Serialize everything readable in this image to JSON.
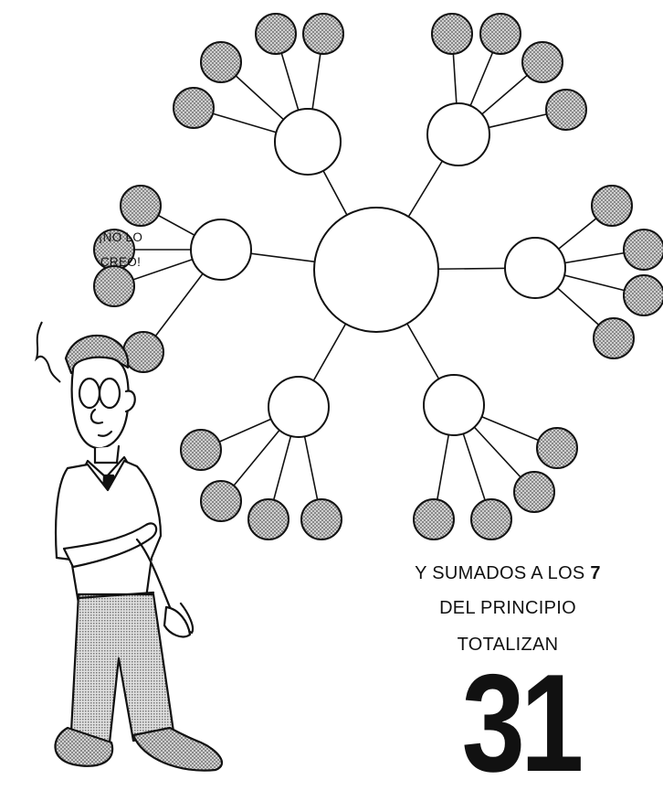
{
  "speech": {
    "line1": "¡NO LO",
    "line2": "CREO!"
  },
  "caption": {
    "line1_prefix": "Y SUMADOS A LOS ",
    "line1_number": "7",
    "line2": "DEL PRINCIPIO",
    "line3": "TOTALIZAN",
    "total": "31"
  },
  "diagram": {
    "center_count": 1,
    "branch_count": 6,
    "leaf_count": 24,
    "colors": {
      "stroke": "#111111",
      "center_fill": "#ffffff",
      "leaf_fill": "#b9b9b9"
    }
  }
}
